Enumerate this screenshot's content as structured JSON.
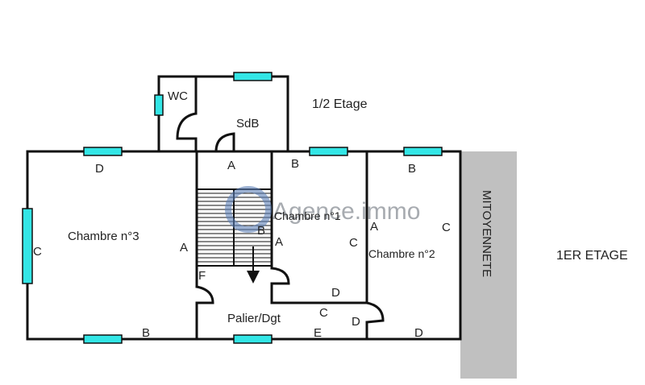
{
  "plan": {
    "floor_label": "1ER ETAGE",
    "half_floor_label": "1/2 Etage",
    "party_wall_label": "MITOYENNETE",
    "watermark": "Agence.immo",
    "colors": {
      "wall": "#111111",
      "window": "#33e6e6",
      "party_wall": "#c0c0c0",
      "watermark": "#5b7fb5"
    },
    "rooms": {
      "wc": "WC",
      "sdb": "SdB",
      "chambre3": "Chambre n°3",
      "chambre1": "Chambre n°1",
      "chambre2": "Chambre n°2",
      "palier": "Palier/Dgt"
    },
    "wall_labels": {
      "ch3_top": "D",
      "ch3_left": "C",
      "ch3_bottom": "B",
      "ch3_right": "A",
      "hall_top": "A",
      "stair_b": "B",
      "stair_f": "F",
      "ch1_top": "B",
      "ch1_left": "A",
      "ch1_right": "C",
      "ch1_bottom": "D",
      "palier_c": "C",
      "palier_e": "E",
      "palier_d": "D",
      "ch2_top": "B",
      "ch2_left": "A",
      "ch2_right": "C",
      "ch2_bottom": "D"
    }
  }
}
